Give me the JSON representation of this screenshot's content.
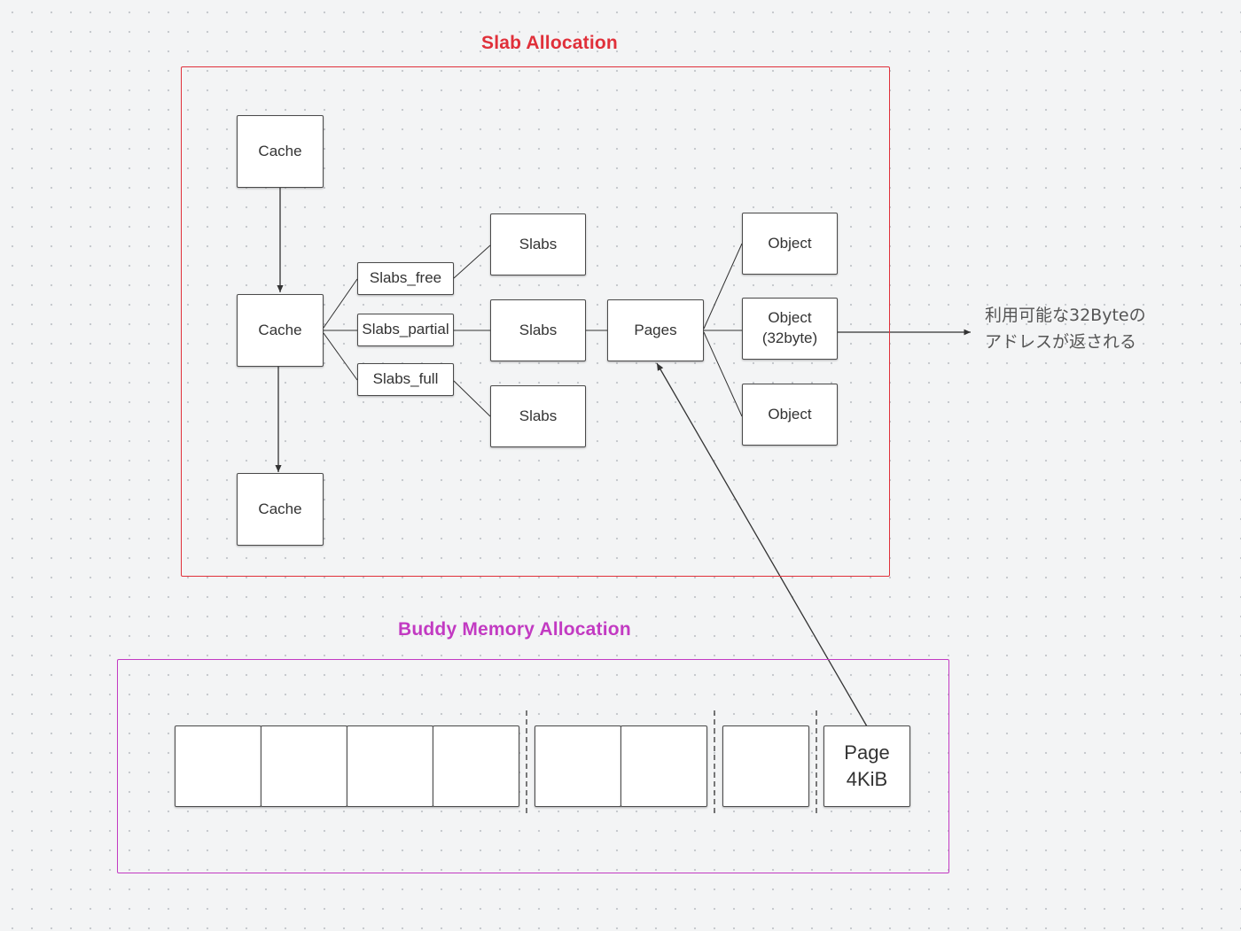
{
  "slab_allocation": {
    "title": "Slab Allocation",
    "color": "#e0303a",
    "caches": [
      "Cache",
      "Cache",
      "Cache"
    ],
    "lists": [
      "Slabs_free",
      "Slabs_partial",
      "Slabs_full"
    ],
    "slabs": [
      "Slabs",
      "Slabs",
      "Slabs"
    ],
    "pages": "Pages",
    "objects": [
      "Object",
      "Object\n(32byte)",
      "Object"
    ]
  },
  "note": "利用可能な32Byteの\nアドレスが返される",
  "buddy_allocation": {
    "title": "Buddy Memory Allocation",
    "color": "#c23ac2",
    "page_label": "Page\n4KiB",
    "block_groups": [
      4,
      2,
      1,
      1
    ]
  }
}
